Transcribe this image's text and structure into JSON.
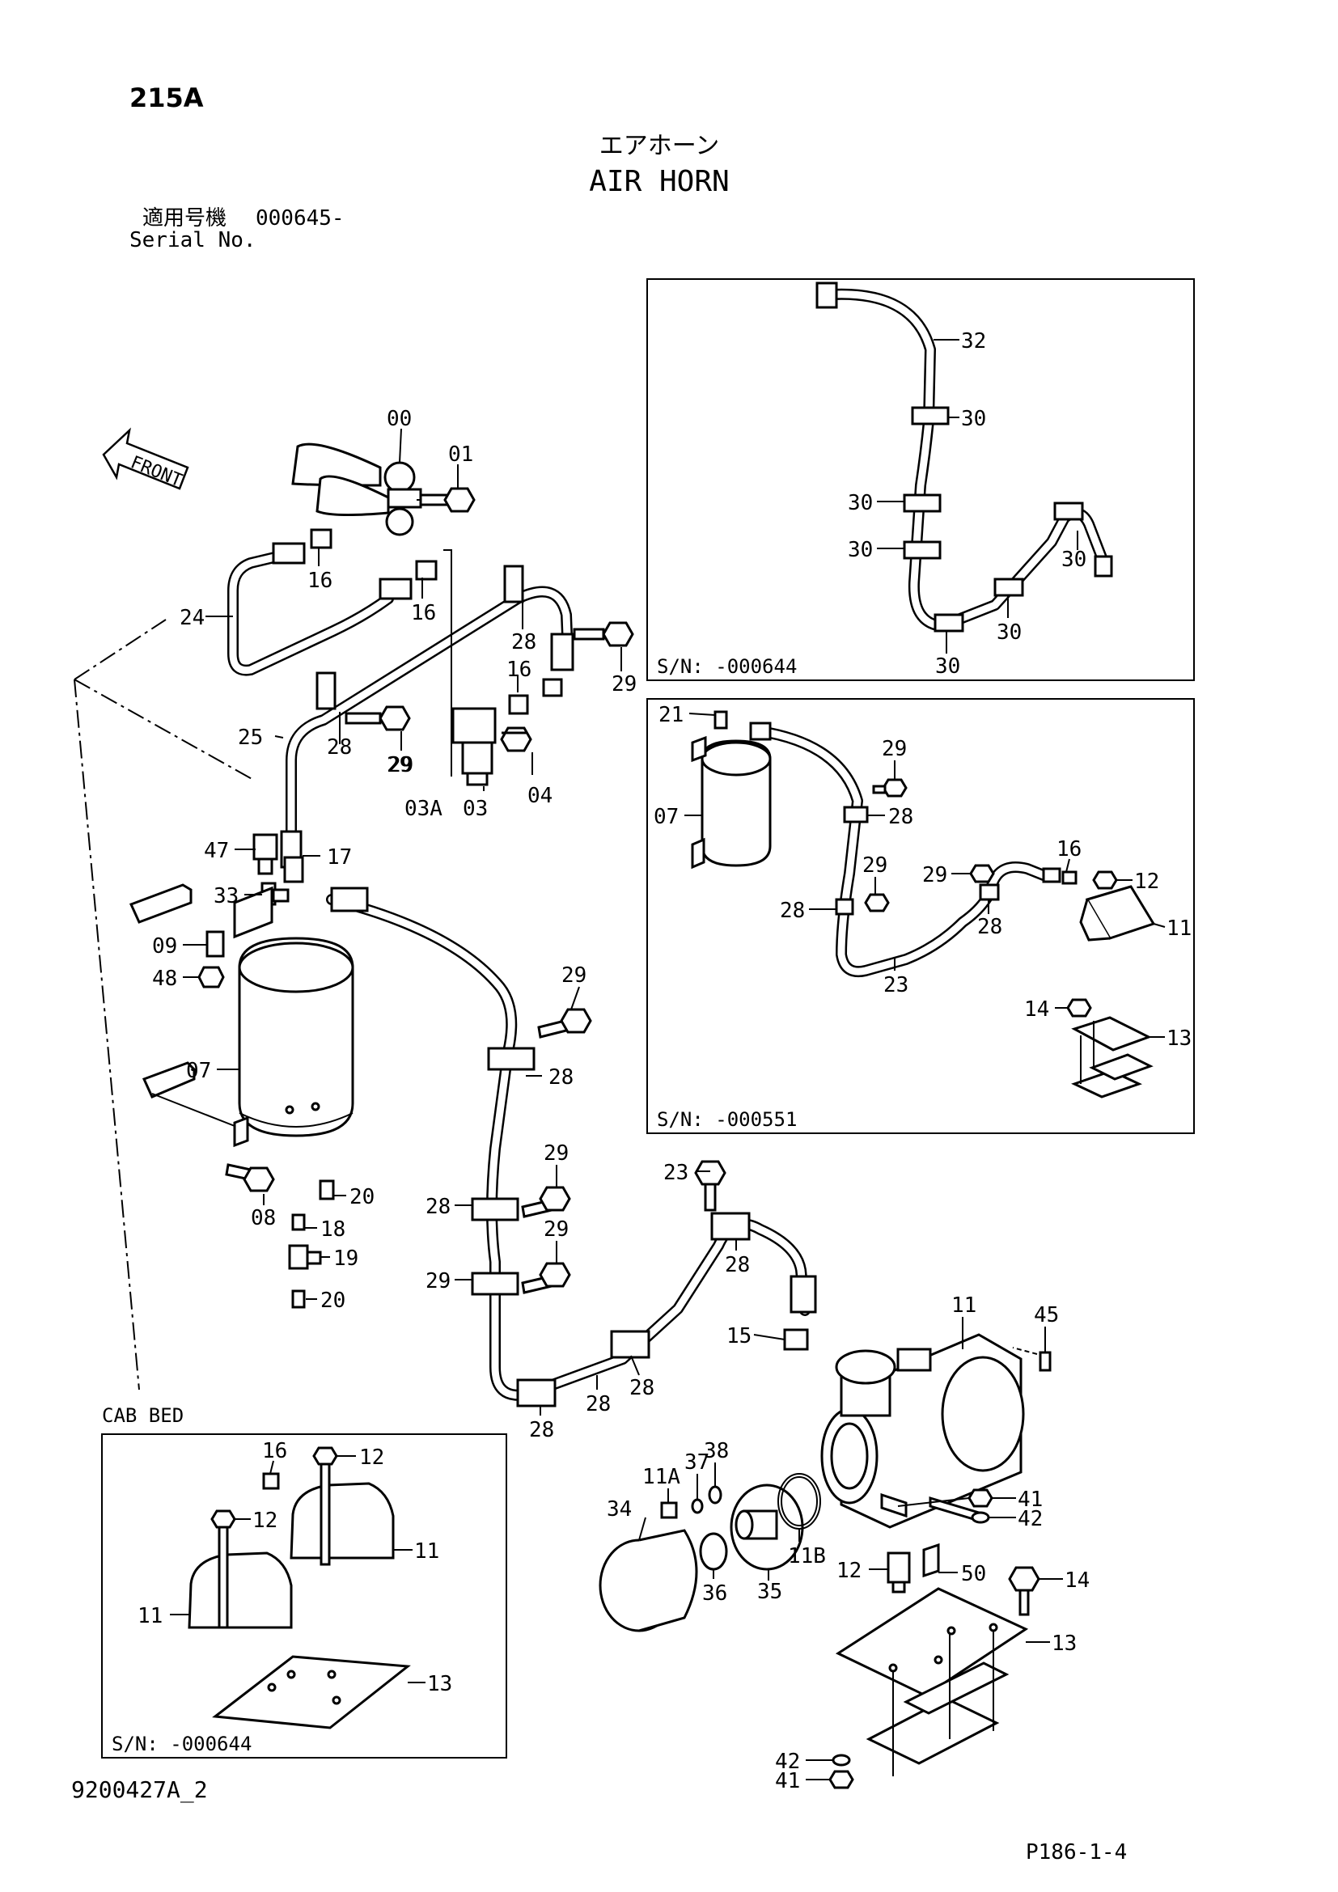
{
  "page_number": "215A",
  "title_jp": "エアホーン",
  "title_en": "AIR HORN",
  "serial_label_jp": "適用号機",
  "serial_label_en": "Serial No.",
  "serial_value": "000645-",
  "front_label": "FRONT",
  "cab_bed_label": "CAB BED",
  "insets": {
    "top_right": "S/N: -000644",
    "middle_right": "S/N: -000551",
    "bottom_left": "S/N: -000644"
  },
  "drawing_number": "9200427A_2",
  "page_ref": "P186-1-4",
  "labels": {
    "main": [
      "00",
      "01",
      "16",
      "16",
      "24",
      "28",
      "29",
      "16",
      "29",
      "25",
      "28",
      "29",
      "03A",
      "03",
      "04",
      "47",
      "17",
      "33",
      "09",
      "48",
      "07",
      "29",
      "28",
      "08",
      "20",
      "18",
      "19",
      "20",
      "29",
      "29",
      "28",
      "29",
      "28",
      "28",
      "28",
      "23",
      "28",
      "15",
      "11",
      "45",
      "11A",
      "37",
      "38",
      "34",
      "36",
      "35",
      "11B",
      "41",
      "42",
      "12",
      "50",
      "14",
      "13",
      "42",
      "41"
    ],
    "top_right": [
      "32",
      "30",
      "30",
      "30",
      "30",
      "30",
      "30"
    ],
    "middle_right": [
      "21",
      "07",
      "29",
      "28",
      "29",
      "29",
      "28",
      "28",
      "16",
      "12",
      "11",
      "23",
      "14",
      "13"
    ],
    "bottom_left": [
      "16",
      "12",
      "12",
      "11",
      "11",
      "13"
    ]
  }
}
